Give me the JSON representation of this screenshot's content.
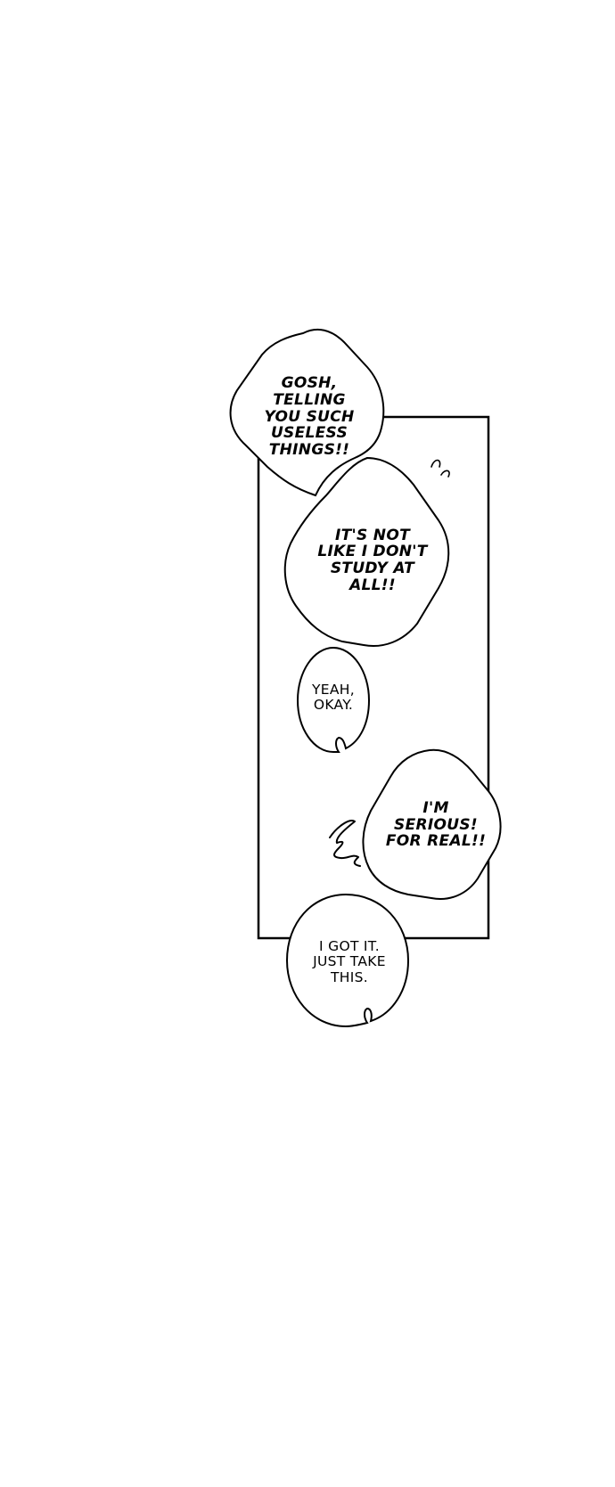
{
  "panel": {
    "background_color": "#ffffff",
    "line_color": "#000000"
  },
  "bubbles": {
    "gosh": {
      "text": "GOSH,\nTELLING\nYOU SUCH\nUSELESS\nTHINGS!!",
      "style": "shout"
    },
    "not_like": {
      "text": "IT'S NOT\nLIKE I DON'T\nSTUDY AT\nALL!!",
      "style": "shout"
    },
    "yeah": {
      "text": "YEAH,\nOKAY.",
      "style": "calm"
    },
    "serious": {
      "text": "I'M\nSERIOUS!\nFOR REAL!!",
      "style": "shout"
    },
    "got_it": {
      "text": "I GOT IT.\nJUST TAKE\nTHIS.",
      "style": "calm"
    }
  },
  "sfx": {
    "twitch": "twitch-marks",
    "scribble": "scribble-mark"
  }
}
